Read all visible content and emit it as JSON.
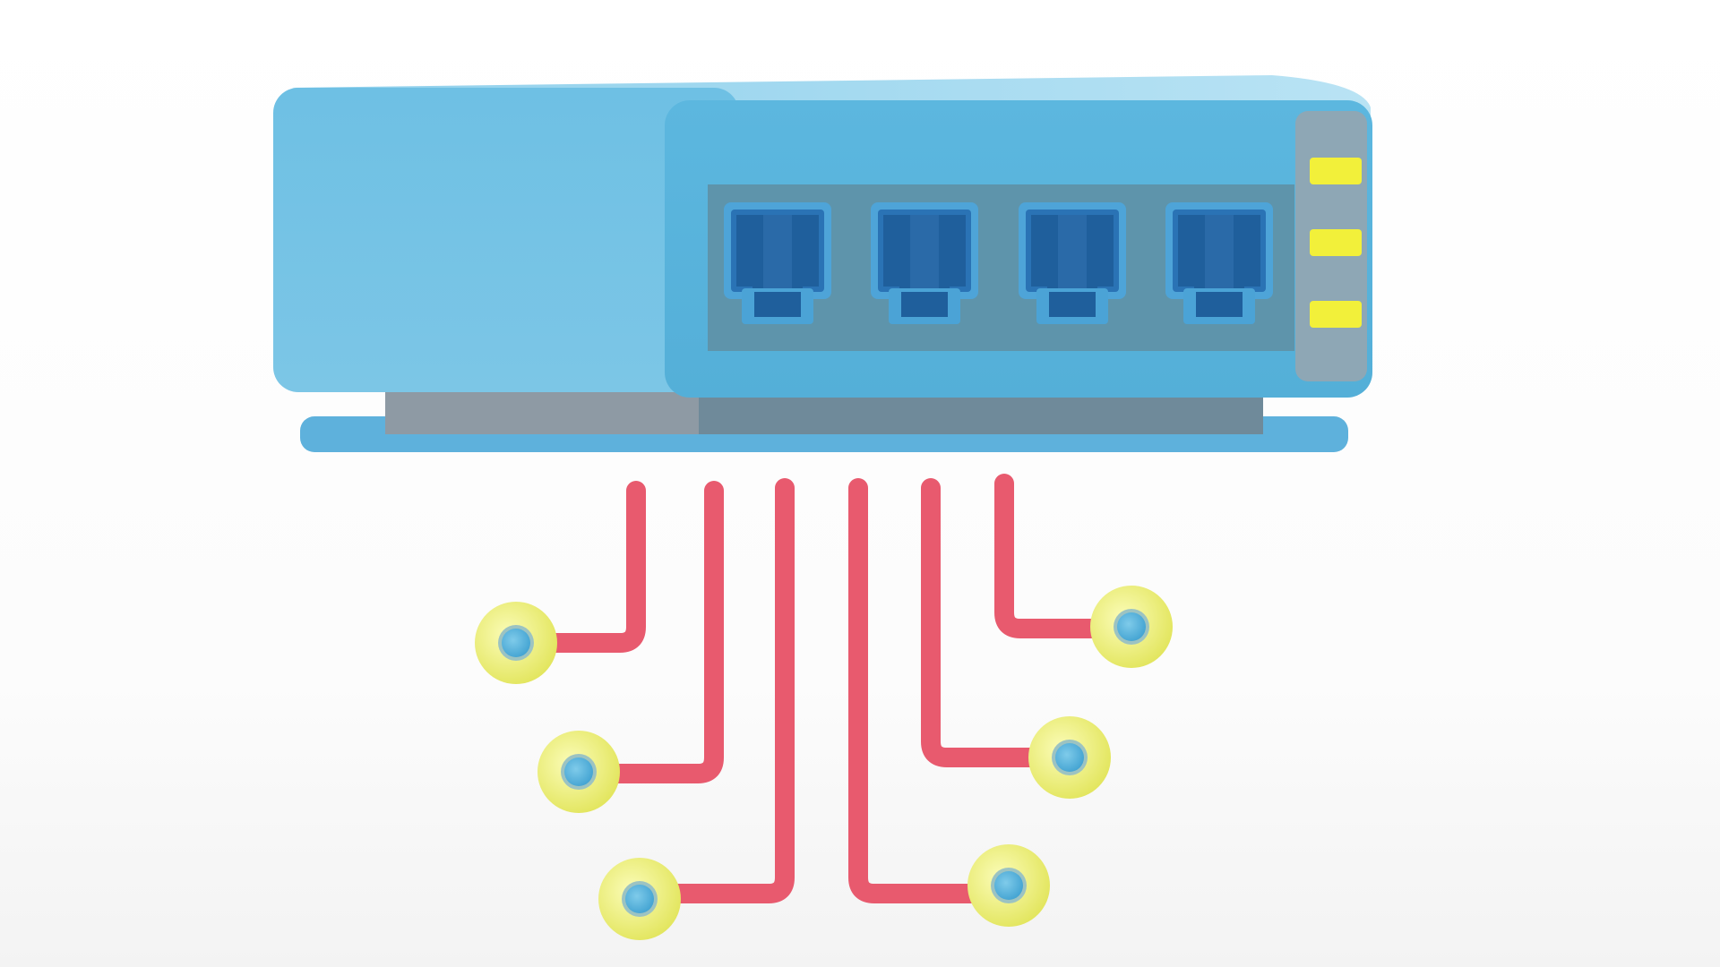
{
  "illustration": {
    "subject": "network-switch",
    "ports": [
      {
        "name": "port-1"
      },
      {
        "name": "port-2"
      },
      {
        "name": "port-3"
      },
      {
        "name": "port-4"
      }
    ],
    "indicator_lights": [
      {
        "name": "light-1"
      },
      {
        "name": "light-2"
      },
      {
        "name": "light-3"
      }
    ],
    "connection_nodes": [
      {
        "name": "node-left-1"
      },
      {
        "name": "node-left-2"
      },
      {
        "name": "node-left-3"
      },
      {
        "name": "node-right-1"
      },
      {
        "name": "node-right-2"
      },
      {
        "name": "node-right-3"
      }
    ],
    "colors": {
      "body_top": "#a9dbf0",
      "body": "#6fbfe2",
      "body_front": "#5cb5dc",
      "port_panel": "#5f93aa",
      "port_socket": "#2a73b5",
      "indicator": "#f2f03a",
      "wire": "#e85a6e",
      "node_ring": "#eef07a",
      "node_core": "#56b4df",
      "base": "#62b3de",
      "base_shadow": "#8f9aa3"
    }
  }
}
